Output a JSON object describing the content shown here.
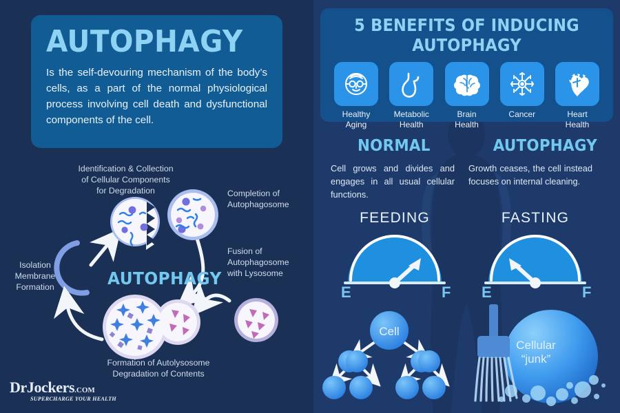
{
  "colors": {
    "left_bg": "#1a3055",
    "right_bg": "#1e3a6b",
    "card_blue": "#125c96",
    "benefits_card_blue": "#14508c",
    "tile_blue": "#2b94e8",
    "heading_light_blue": "#8ed3f4",
    "accent_cyan": "#72c8ef",
    "body_text": "#e8f2fb",
    "label_text": "#cfdcea",
    "cell_fill": "#f4f3fb",
    "cell_ring": "#a9bdee",
    "organelle_blue": "#6f6fe0",
    "organelle_pink": "#c06ab8",
    "arrow_white": "#f2f5fa",
    "gauge_blue": "#1f8fe0"
  },
  "left": {
    "title_card": {
      "title": "AUTOPHAGY",
      "description": "Is the self-devouring mechanism of the body’s cells, as a part of the normal physiological process involving cell death and dysfunctional components of the cell."
    },
    "cycle": {
      "center_label": "AUTOPHAGY",
      "labels": {
        "identification": "Identification & Collection\nof Cellular Components\nfor Degradation",
        "isolation": "Isolation\nMembrane\nFormation",
        "completion": "Completion of\nAutophagosome",
        "fusion": "Fusion of\nAutophagosome\nwith Lysosome",
        "formation": "Formation of Autolysosome\nDegradation of Contents"
      },
      "stages": [
        {
          "name": "isolation-membrane",
          "icon": "arc-icon"
        },
        {
          "name": "cell-engulfing",
          "icon": "cell-crescent-icon"
        },
        {
          "name": "autophagosome",
          "icon": "cell-vesicle-icon"
        },
        {
          "name": "lysosome",
          "icon": "cell-lysosome-icon"
        },
        {
          "name": "autolysosome",
          "icon": "cell-fused-icon"
        }
      ]
    },
    "logo": {
      "name": "DrJockers",
      "dr": "D",
      "r_small": "R",
      "jockers": "J",
      "ockers": "OCKERS",
      "domain": ".COM",
      "tagline": "SUPERCHARGE YOUR HEALTH"
    }
  },
  "right": {
    "benefits": {
      "title": "5 BENEFITS OF INDUCING AUTOPHAGY",
      "items": [
        {
          "label": "Healthy\nAging",
          "icon": "elderly-face-icon"
        },
        {
          "label": "Metabolic\nHealth",
          "icon": "stomach-icon"
        },
        {
          "label": "Brain\nHealth",
          "icon": "brain-icon"
        },
        {
          "label": "Cancer",
          "icon": "cancer-cell-icon"
        },
        {
          "label": "Heart\nHealth",
          "icon": "heart-icon"
        }
      ]
    },
    "compare": {
      "columns": [
        {
          "heading": "NORMAL",
          "body": "Cell grows and divides and engages in all usual cellular functions.",
          "gauge_title": "FEEDING",
          "gauge_min": "E",
          "gauge_max": "F",
          "needle_direction": "up-right"
        },
        {
          "heading": "AUTOPHAGY",
          "body": "Growth ceases, the cell instead focuses on internal cleaning.",
          "gauge_title": "FASTING",
          "gauge_min": "E",
          "gauge_max": "F",
          "needle_direction": "up-left"
        }
      ]
    },
    "cell_division": {
      "root_label": "Cell",
      "levels": 3
    },
    "cellular_junk": {
      "label": "Cellular\n“junk”",
      "icon": "broom-icon"
    },
    "silhouette": {
      "icon": "human-body-silhouette-icon"
    }
  }
}
